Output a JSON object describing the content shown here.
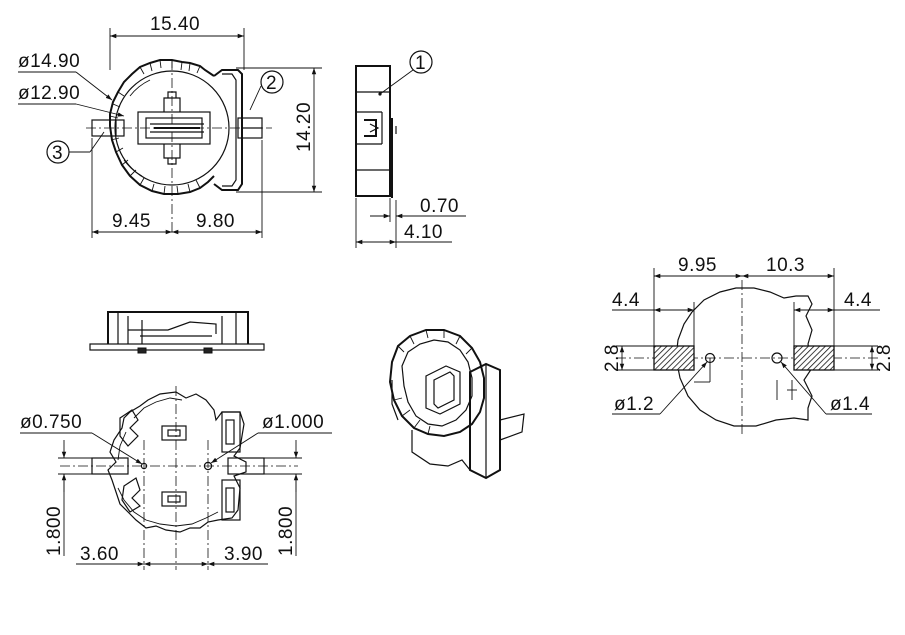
{
  "top_view": {
    "dim_width": "15.40",
    "dim_outer_dia": "ø14.90",
    "dim_inner_dia": "ø12.90",
    "dim_height": "14.20",
    "dim_left": "9.45",
    "dim_right": "9.80"
  },
  "side_view": {
    "dim_lead_offset": "0.70",
    "dim_thickness": "4.10"
  },
  "callouts": {
    "one": "1",
    "two": "2",
    "three": "3"
  },
  "bottom_view": {
    "dim_hole_small": "ø0.750",
    "dim_hole_large": "ø1.000",
    "dim_left_y": "1.800",
    "dim_right_y": "1.800",
    "dim_left_x": "3.60",
    "dim_right_x": "3.90"
  },
  "footprint": {
    "dim_left_span": "9.95",
    "dim_right_span": "10.3",
    "dim_pad_left_w": "4.4",
    "dim_pad_right_w": "4.4",
    "dim_pad_left_h": "2.8",
    "dim_pad_right_h": "2.8",
    "dim_hole_left": "ø1.2",
    "dim_hole_right": "ø1.4"
  }
}
